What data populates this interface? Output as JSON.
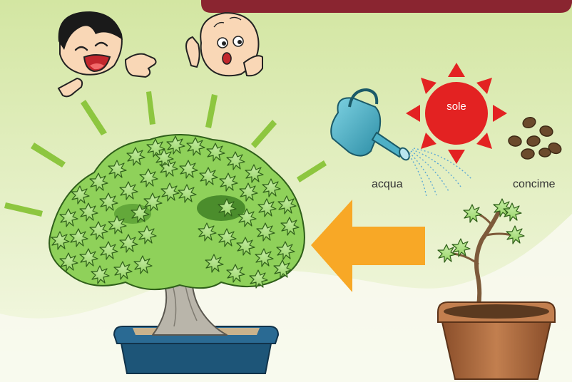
{
  "labels": {
    "sun": "sole",
    "water": "acqua",
    "fertilizer": "concime"
  },
  "colors": {
    "background_top": "#d3e6a2",
    "background_bottom": "#f6f9e8",
    "banner": "#8a2530",
    "arrow": "#f8a826",
    "sun": "#e32222",
    "leaf": "#8fd15a",
    "leaf_dark": "#4b8d2c",
    "trunk": "#b9b5aa",
    "pot_blue": "#1d5578",
    "pot_terracotta": "#b06b3d",
    "watering_can": "#4db0c6",
    "fertilizer": "#6b4a2c",
    "ray": "#8dc63f"
  },
  "icons": [
    "laughing-child-icon",
    "surprised-child-icon",
    "bonsai-tree-icon",
    "young-plant-icon",
    "watering-can-icon",
    "sun-icon",
    "fertilizer-pellets-icon",
    "growth-arrow-icon"
  ]
}
